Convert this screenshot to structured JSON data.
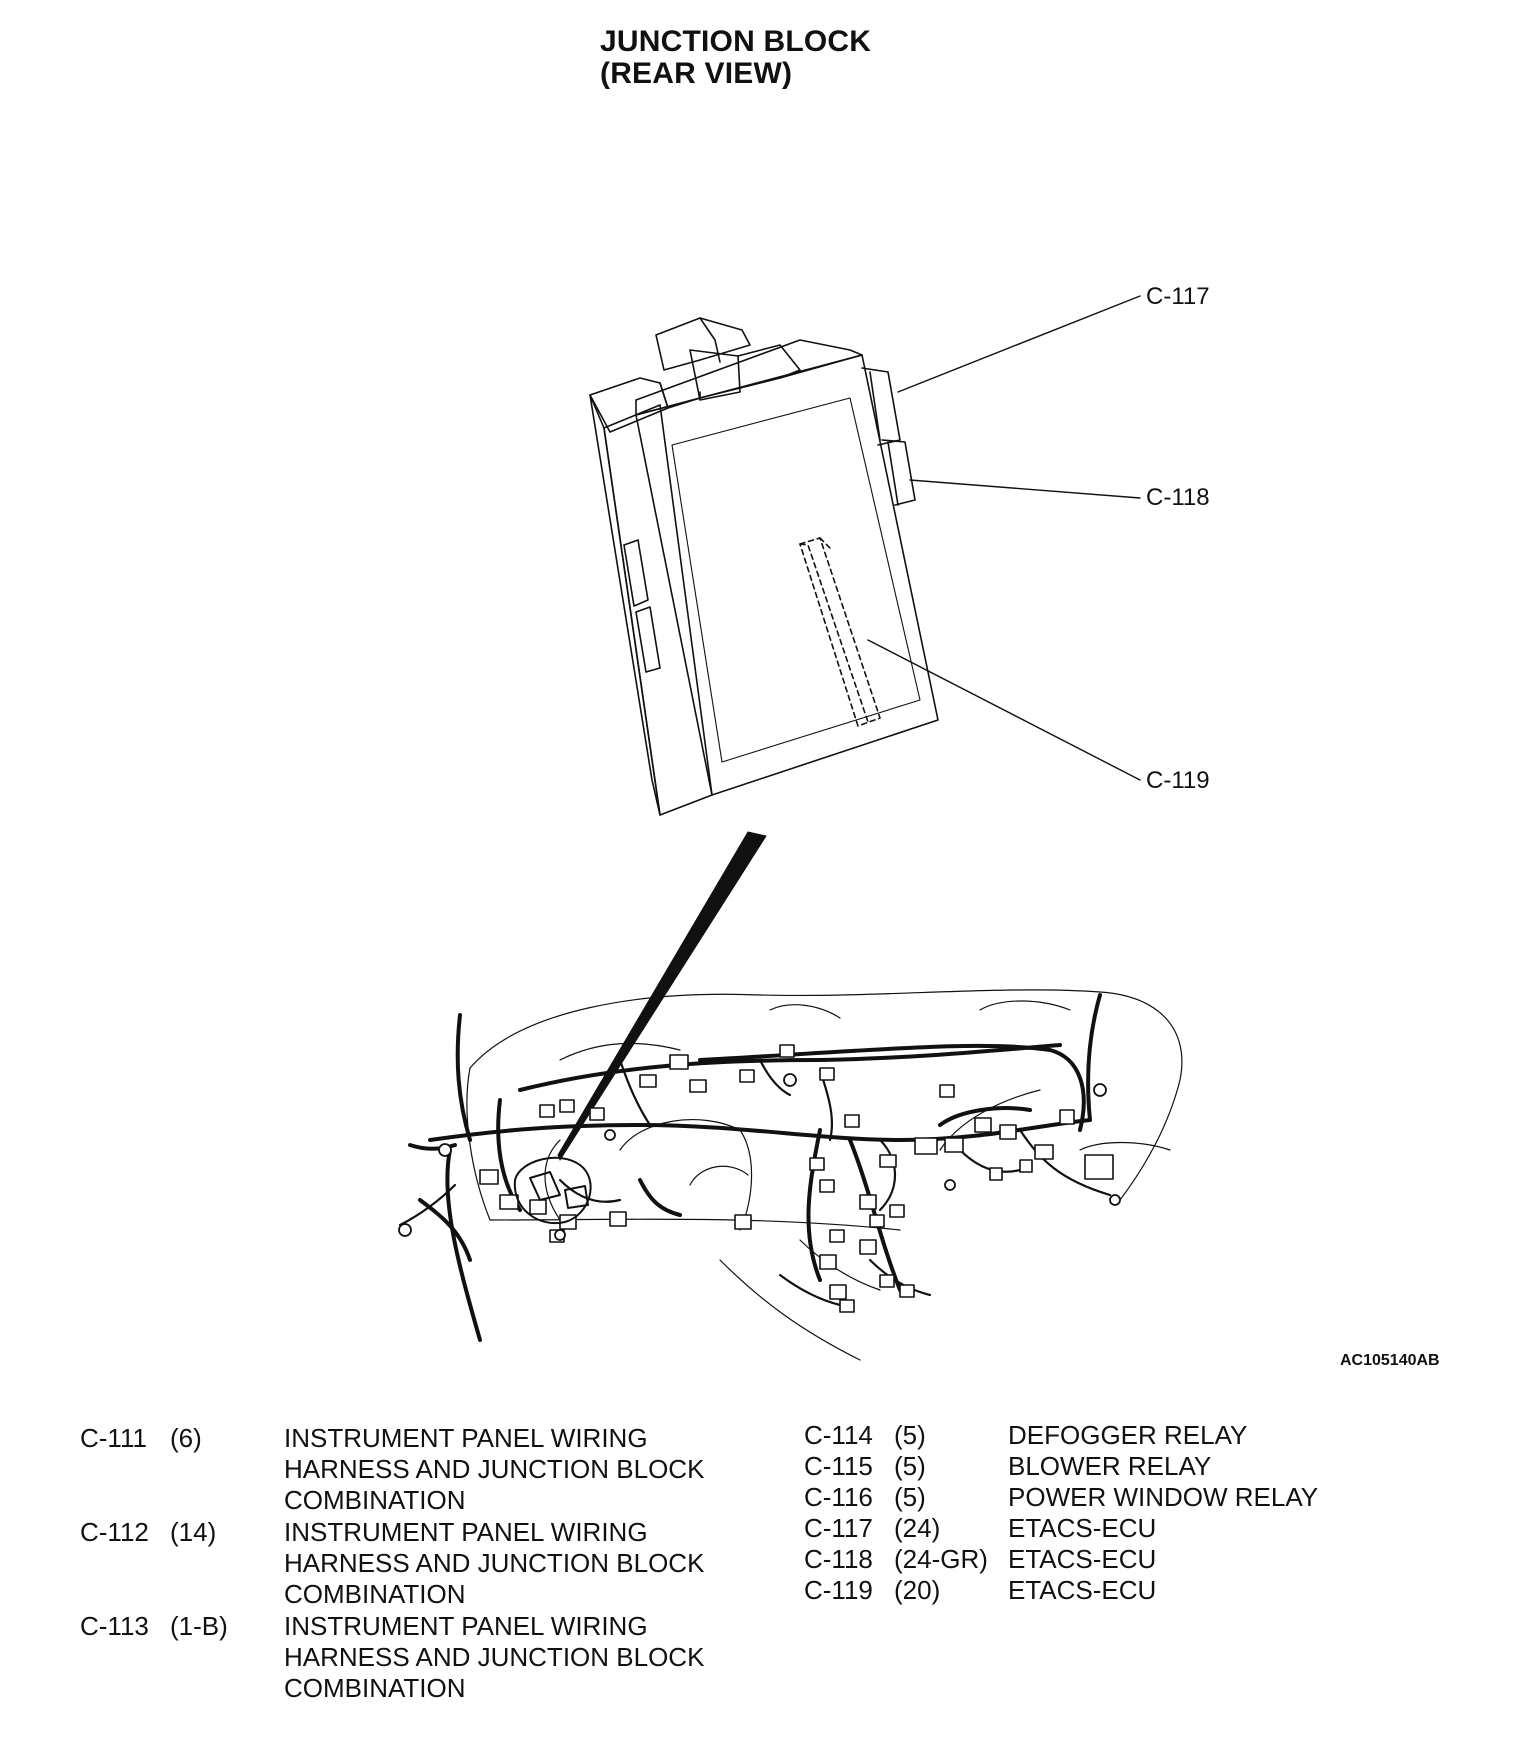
{
  "title": {
    "line1": "JUNCTION BLOCK",
    "line2": "(REAR VIEW)"
  },
  "callouts": {
    "c117": "C-117",
    "c118": "C-118",
    "c119": "C-119"
  },
  "figure_code": "AC105140AB",
  "legend_left": [
    {
      "code": "C-111",
      "pins": "(6)",
      "desc": "INSTRUMENT PANEL WIRING HARNESS AND JUNCTION BLOCK COMBINATION"
    },
    {
      "code": "C-112",
      "pins": "(14)",
      "desc": "INSTRUMENT PANEL WIRING HARNESS AND JUNCTION BLOCK COMBINATION"
    },
    {
      "code": "C-113",
      "pins": "(1-B)",
      "desc": "INSTRUMENT PANEL WIRING HARNESS AND JUNCTION BLOCK COMBINATION"
    }
  ],
  "legend_right": [
    {
      "code": "C-114",
      "pins": "(5)",
      "desc": "DEFOGGER RELAY"
    },
    {
      "code": "C-115",
      "pins": "(5)",
      "desc": "BLOWER RELAY"
    },
    {
      "code": "C-116",
      "pins": "(5)",
      "desc": "POWER WINDOW RELAY"
    },
    {
      "code": "C-117",
      "pins": "(24)",
      "desc": "ETACS-ECU"
    },
    {
      "code": "C-118",
      "pins": "(24-GR)",
      "desc": "ETACS-ECU"
    },
    {
      "code": "C-119",
      "pins": "(20)",
      "desc": "ETACS-ECU"
    }
  ]
}
